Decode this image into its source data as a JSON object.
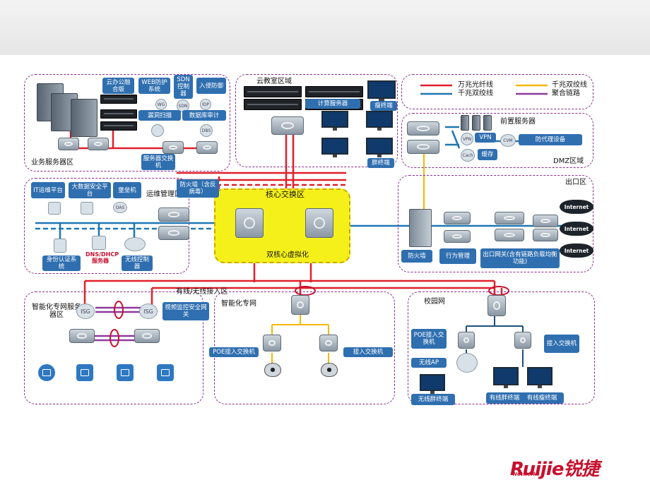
{
  "colors": {
    "fiber10g": "#e0202b",
    "copper1g": "#f5b800",
    "copper10g": "#1f77b4",
    "aggregate": "#8e3a9c",
    "zone_border": "#8b2d8b",
    "core_fill": "#f5f01a",
    "box": "#2f6fb0"
  },
  "legend": {
    "fiber10g": "万兆光纤线",
    "copper1g": "千兆双绞线",
    "copper10g": "千兆双绞线",
    "aggregate": "聚合链路"
  },
  "zones": {
    "business": "业务服务器区",
    "cloud": "云教室区域",
    "dmz": "DMZ区域",
    "ops": "运维管理区",
    "core": "核心交换区",
    "exit": "出口区",
    "intel_server": "智能化专网服务器区",
    "intel_net": "智能化专网",
    "campus": "校园网",
    "access": "有线/无线接入区"
  },
  "business": {
    "cloud_office": "云办公融合版",
    "waf": "WEB防护系统",
    "sdn": "SDN控制器",
    "ips": "入侵防御",
    "vuln_scan": "漏洞扫描",
    "db_audit": "数据库审计",
    "server_switch": "服务器交换机",
    "icons": {
      "wg": "WG",
      "sdn_icon": "SDN",
      "idp": "IDP",
      "dbs": "DBS"
    }
  },
  "cloud_room": {
    "compute": "计算服务器",
    "thin1": "瘦终端",
    "fat": "胖终端"
  },
  "dmz": {
    "front": "前置服务器",
    "vpn": "VPN",
    "vpn_icon": "VPN",
    "cvm": "CVM",
    "proxy": "防代理设备",
    "cache": "缓存",
    "cache_icon": "Cach"
  },
  "ops": {
    "it_platform": "IT运维平台",
    "bigdata": "大数据安全平台",
    "bastion": "堡垒机",
    "auth": "身份认证系统",
    "dns": "DNS/DHCP服务器",
    "wlc": "无线控制器",
    "firewall_av": "防火墙（含反病毒）",
    "icons": {
      "oas": "OAS"
    }
  },
  "core": {
    "vsu": "双核心虚拟化"
  },
  "exit": {
    "firewall": "防火墙",
    "behavior": "行为管理",
    "gateway": "出口网关(含有链路负载均衡功能)",
    "internet": [
      "Internet",
      "Internet",
      "Internet"
    ]
  },
  "intel_server": {
    "video_gw": "视频监控安全网关",
    "isg": [
      "ISG",
      "ISG"
    ]
  },
  "intel_net": {
    "poe1": "POE接入交换机",
    "access1": "接入交换机"
  },
  "campus": {
    "poe": "POE接入交换机",
    "wifi_ap": "无线AP",
    "access": "接入交换机",
    "wireless_fat": "无线胖终端",
    "wired_fat": "有线胖终端",
    "wired_thin": "有线瘦终端"
  },
  "brand": {
    "logo": "Ruijie锐捷",
    "sub": "Networks"
  }
}
